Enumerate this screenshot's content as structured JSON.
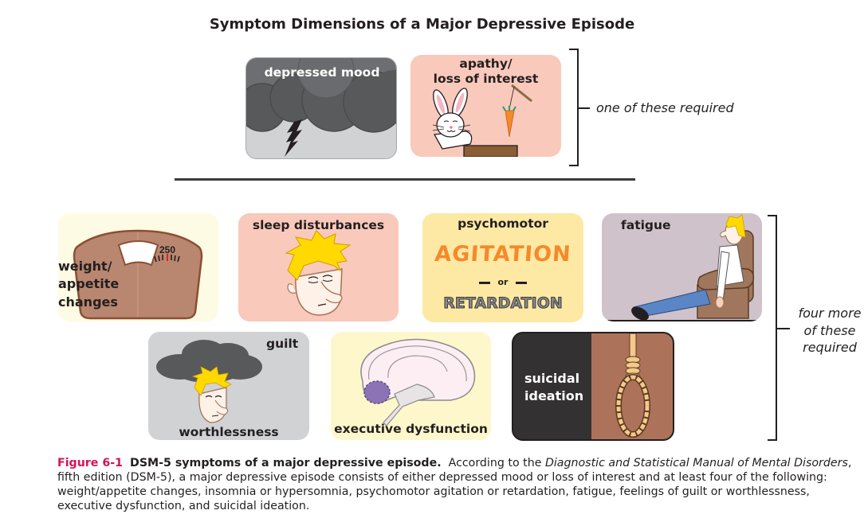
{
  "title": "Symptom Dimensions of a Major Depressive Episode",
  "colors": {
    "card_gray": "#d1d2d4",
    "card_pink": "#f9c9bb",
    "card_cream": "#fefbe4",
    "card_yellow": "#fde9a4",
    "card_mauve": "#cfc2cb",
    "card_dark": "#333132",
    "card_brown": "#ac735a",
    "caption_accent": "#d3145a",
    "cloud_dark": "#58595b",
    "orange": "#f6892a"
  },
  "required_group": {
    "cards": [
      {
        "id": "depressed-mood",
        "label": "depressed mood",
        "icon": "storm-cloud-lightning-icon"
      },
      {
        "id": "apathy",
        "label_line1": "apathy/",
        "label_line2": "loss of interest",
        "icon": "bunny-carrot-icon"
      }
    ],
    "note": "one of these required"
  },
  "additional_group": {
    "cards": [
      {
        "id": "weight",
        "label_line1": "weight/",
        "label_line2": "appetite",
        "label_line3": "changes",
        "icon": "bathroom-scale-icon",
        "scale_reading": "250"
      },
      {
        "id": "sleep",
        "label": "sleep disturbances",
        "icon": "tired-face-icon"
      },
      {
        "id": "psychomotor",
        "label": "psychomotor",
        "word1": "AGITATION",
        "separator": "or",
        "word2": "RETARDATION"
      },
      {
        "id": "fatigue",
        "label": "fatigue",
        "icon": "man-slumped-in-armchair-icon"
      },
      {
        "id": "guilt",
        "label_top": "guilt",
        "label_bottom": "worthlessness",
        "icon": "cloud-over-head-icon"
      },
      {
        "id": "executive",
        "label": "executive dysfunction",
        "icon": "brain-icon"
      },
      {
        "id": "suicidal",
        "label_line1": "suicidal",
        "label_line2": "ideation",
        "icon": "noose-icon"
      }
    ],
    "note_line1": "four more",
    "note_line2": "of these",
    "note_line3": "required"
  },
  "caption": {
    "figure_number": "Figure 6-1",
    "heading": "DSM-5 symptoms of a major depressive episode.",
    "text1": "According to the",
    "manual_title": "Diagnostic and Statistical Manual of Mental Disorders",
    "text2": ", fifth edition (DSM-5), a major depressive episode consists of either depressed mood or loss of interest and at least four of the following: weight/appetite changes, insomnia or hypersomnia, psychomotor agitation or retardation, fatigue, feelings of guilt or worthlessness, executive dysfunction, and suicidal ideation."
  }
}
